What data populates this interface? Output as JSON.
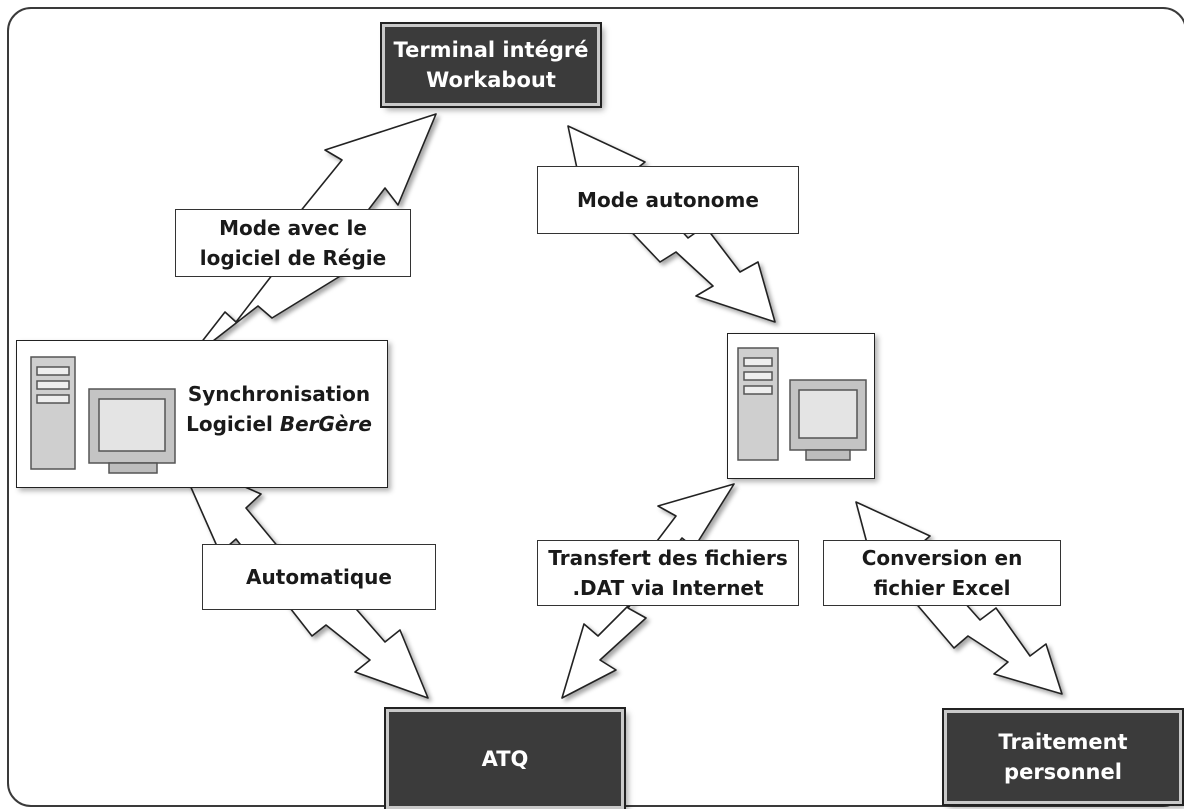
{
  "nodes": {
    "terminal": {
      "line1": "Terminal intégré",
      "line2": "Workabout"
    },
    "atq": {
      "label": "ATQ"
    },
    "traitement": {
      "line1": "Traitement",
      "line2": "personnel"
    },
    "synchro": {
      "line1": "Synchronisation",
      "line2_prefix": "Logiciel ",
      "line2_italic": "BerGère"
    }
  },
  "edges": {
    "mode_regie": {
      "line1": "Mode avec le",
      "line2": "logiciel de Régie"
    },
    "mode_autonome": {
      "label": "Mode autonome"
    },
    "automatique": {
      "label": "Automatique"
    },
    "transfert": {
      "line1": "Transfert des fichiers",
      "line2": ".DAT via Internet"
    },
    "conversion": {
      "line1": "Conversion en",
      "line2": "fichier Excel"
    }
  },
  "icons": [
    "computer-icon",
    "computer-icon"
  ]
}
